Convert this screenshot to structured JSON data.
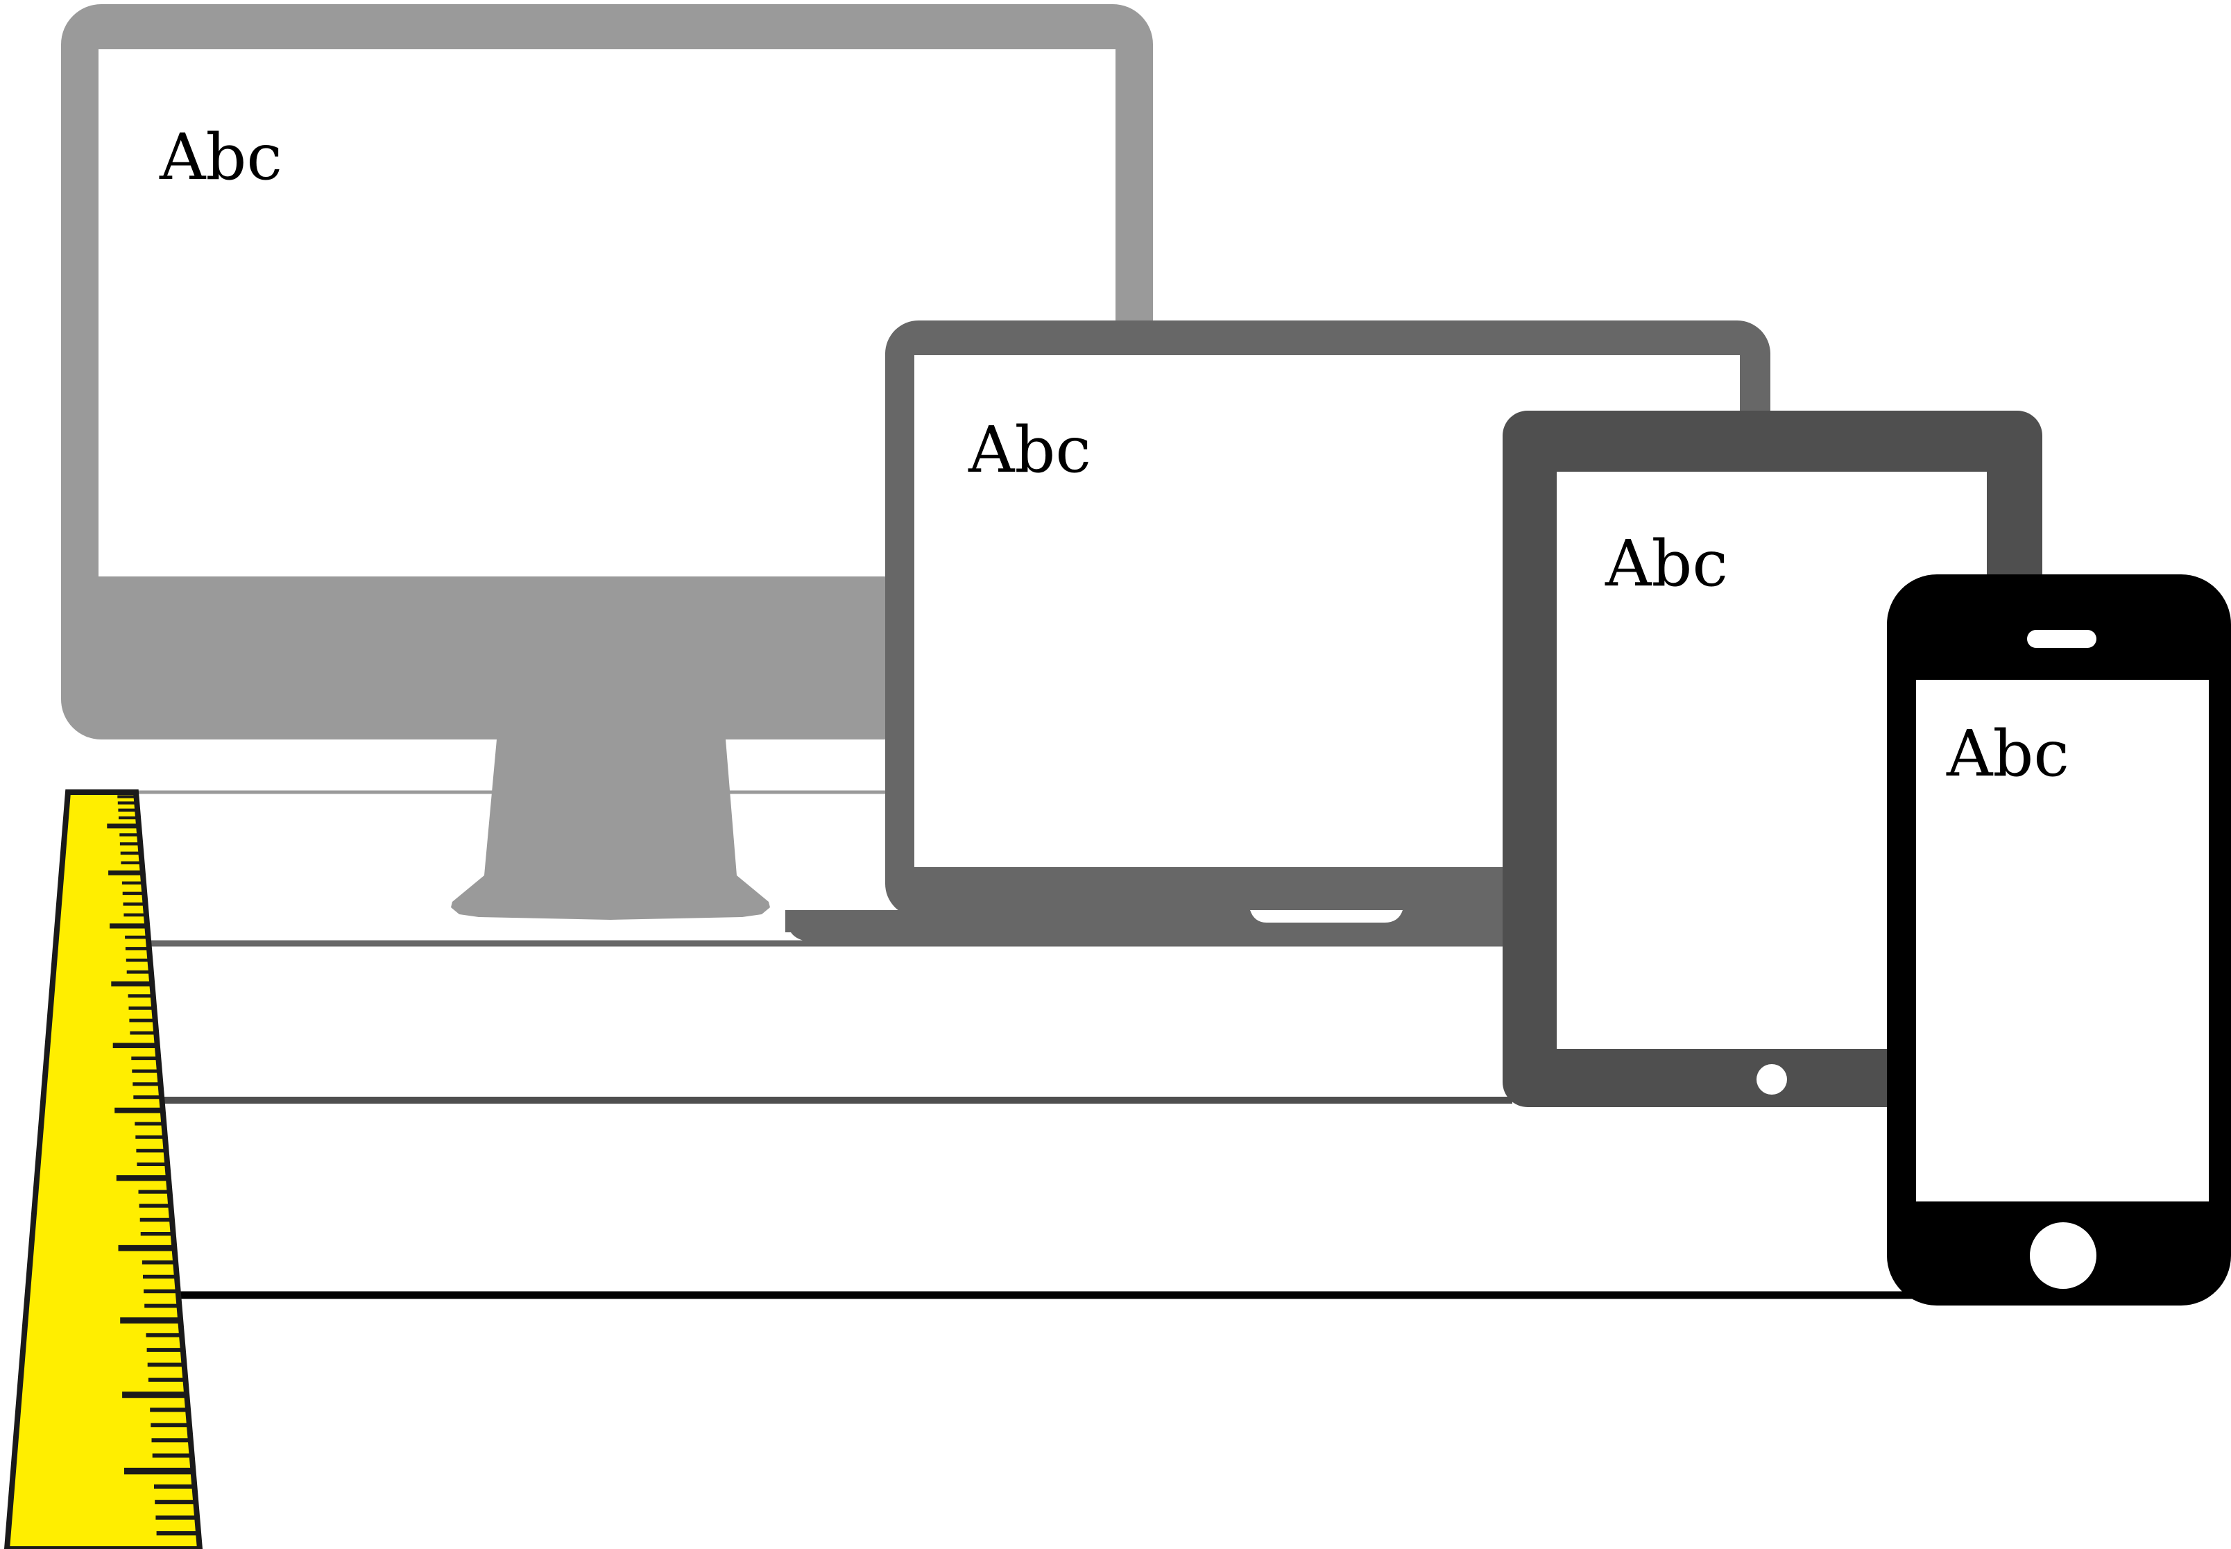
{
  "colors": {
    "background": "#ffffff",
    "monitor": "#9a9a9a",
    "laptop": "#676767",
    "tablet": "#4f4f4f",
    "phone": "#000000",
    "ruler": "#ffee00",
    "ruler_outline": "#1a1a1a"
  },
  "devices": {
    "monitor": {
      "icon": "desktop-monitor-icon",
      "screen_text": "Abc"
    },
    "laptop": {
      "icon": "laptop-icon",
      "screen_text": "Abc"
    },
    "tablet": {
      "icon": "tablet-icon",
      "screen_text": "Abc"
    },
    "phone": {
      "icon": "smartphone-icon",
      "screen_text": "Abc"
    }
  },
  "ruler": {
    "icon": "measuring-tape-icon"
  }
}
